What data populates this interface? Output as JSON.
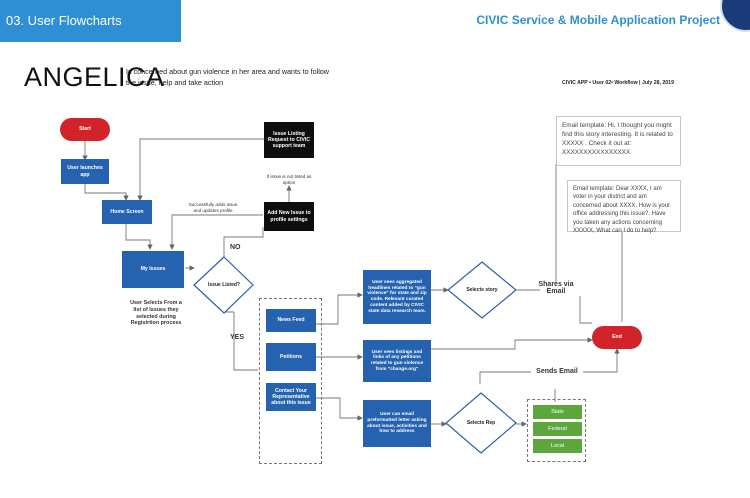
{
  "header": {
    "section_tab": "03. User Flowcharts",
    "project_title": "CIVIC Service & Mobile Application Project"
  },
  "persona": {
    "name": "ANGELICA",
    "description": "Is concerned about gun violence in her area and wants to follow the issue, help and take action"
  },
  "workflow_meta": "CIVIC APP • User 02• Workflow     |   July 28, 2019",
  "nodes": {
    "start": "Start",
    "user_launches": "User launches app",
    "home_screen": "Home Screen",
    "my_issues": "My Issues",
    "issue_listed": "Issue Listed?",
    "listing_request": "Issue Listing Request to CIVIC support team",
    "add_new_issue": "Add New Issue to profile settings",
    "news_feed": "News Feed",
    "petitions": "Petitions",
    "contact_rep": "Contact Your Representative about this issue",
    "aggregated": "User sees aggregated headlines related to \"gun violence\" for state and zip code. Relevant curated content added by CIVIC state data research team.",
    "listings": "User sees listings and links of any petitions related to gun violence from \"change.org\"",
    "email_letter": "User can email preformatted letter asking about issue, activities and how to address",
    "selects_story": "Selects story",
    "selects_rep": "Selects Rep",
    "end": "End",
    "state": "State",
    "federal": "Federal",
    "local": "Local"
  },
  "notes": {
    "not_listed": "If issue is not listed as option",
    "successfully_adds": "Successfully adds issue and updates profile",
    "user_selects": "User Selects From a list of Issues they selected during Registrtion process"
  },
  "edge_labels": {
    "no": "NO",
    "yes": "YES",
    "shares_via_email": "Shares via Email",
    "sends_email": "Sends Email"
  },
  "emails": {
    "template1": "Email template: Hi, I thought you might  find this story interesting. It is related to XXXXX . Check it out at: XXXXXXXXXXXXXXXX",
    "template2": "Email template: Dear XXXX, I am voter in your district and am concerned about XXXX. How is your office addressing this issue?. Have you taken any actions concerning XXXXX, What can I do to help?"
  }
}
